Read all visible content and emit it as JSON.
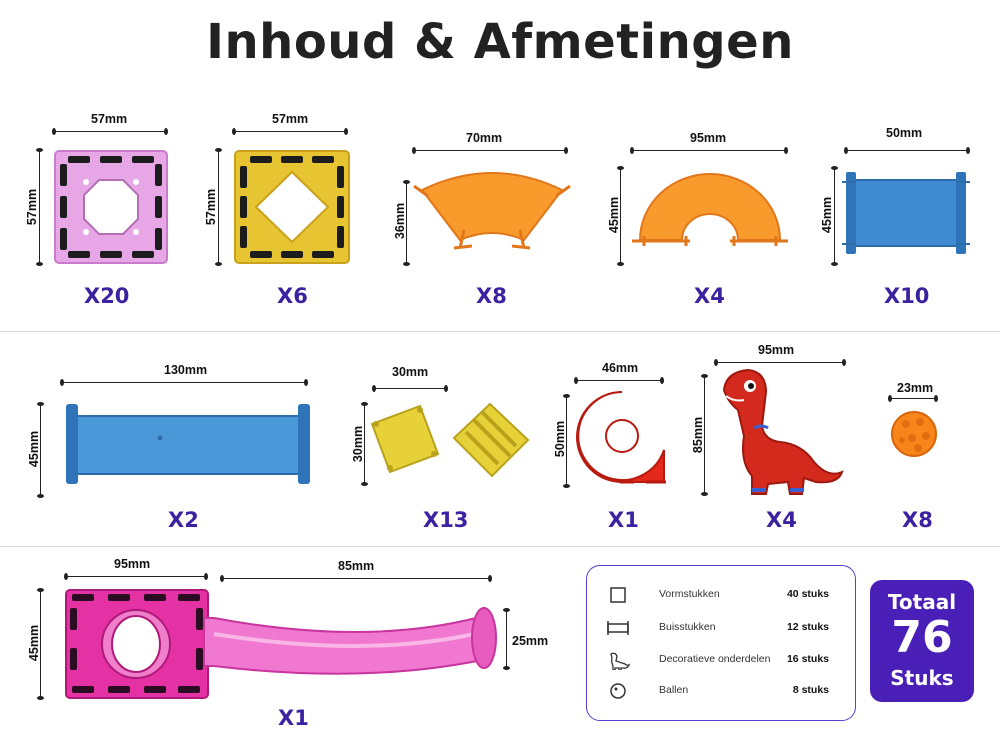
{
  "title": "Inhoud & Afmetingen",
  "row1": [
    {
      "name": "square-pink",
      "w": "57mm",
      "h": "57mm",
      "qty": "X20"
    },
    {
      "name": "square-yellow",
      "w": "57mm",
      "h": "57mm",
      "qty": "X6"
    },
    {
      "name": "curve-orange",
      "w": "70mm",
      "h": "36mm",
      "qty": "X8"
    },
    {
      "name": "arch-orange",
      "w": "95mm",
      "h": "45mm",
      "qty": "X4"
    },
    {
      "name": "tube-short-blue",
      "w": "50mm",
      "h": "45mm",
      "qty": "X10"
    }
  ],
  "row2": [
    {
      "name": "tube-long-blue",
      "w": "130mm",
      "h": "45mm",
      "qty": "X2"
    },
    {
      "name": "tiles-yellow",
      "w": "30mm",
      "h": "30mm",
      "qty": "X13"
    },
    {
      "name": "ring-red",
      "w": "46mm",
      "h": "50mm",
      "qty": "X1"
    },
    {
      "name": "dinosaur-red",
      "w": "95mm",
      "h": "85mm",
      "qty": "X4"
    },
    {
      "name": "ball-orange",
      "w": "23mm",
      "qty": "X8"
    }
  ],
  "row3": {
    "frame_w": "95mm",
    "tube_w": "85mm",
    "h": "45mm",
    "tube_h": "25mm",
    "qty": "X1"
  },
  "legend": [
    {
      "icon": "square-outline-icon",
      "label": "Vormstukken",
      "count": "40 stuks"
    },
    {
      "icon": "tube-icon",
      "label": "Buisstukken",
      "count": "12 stuks"
    },
    {
      "icon": "dinosaur-icon",
      "label": "Decoratieve onderdelen",
      "count": "16 stuks"
    },
    {
      "icon": "ball-icon",
      "label": "Ballen",
      "count": "8 stuks"
    }
  ],
  "total": {
    "line1": "Totaal",
    "number": "76",
    "line2": "Stuks"
  },
  "colors": {
    "accent": "#4a1fb8",
    "qty_text": "#3b22a0",
    "legend_border": "#5b3fd0"
  }
}
